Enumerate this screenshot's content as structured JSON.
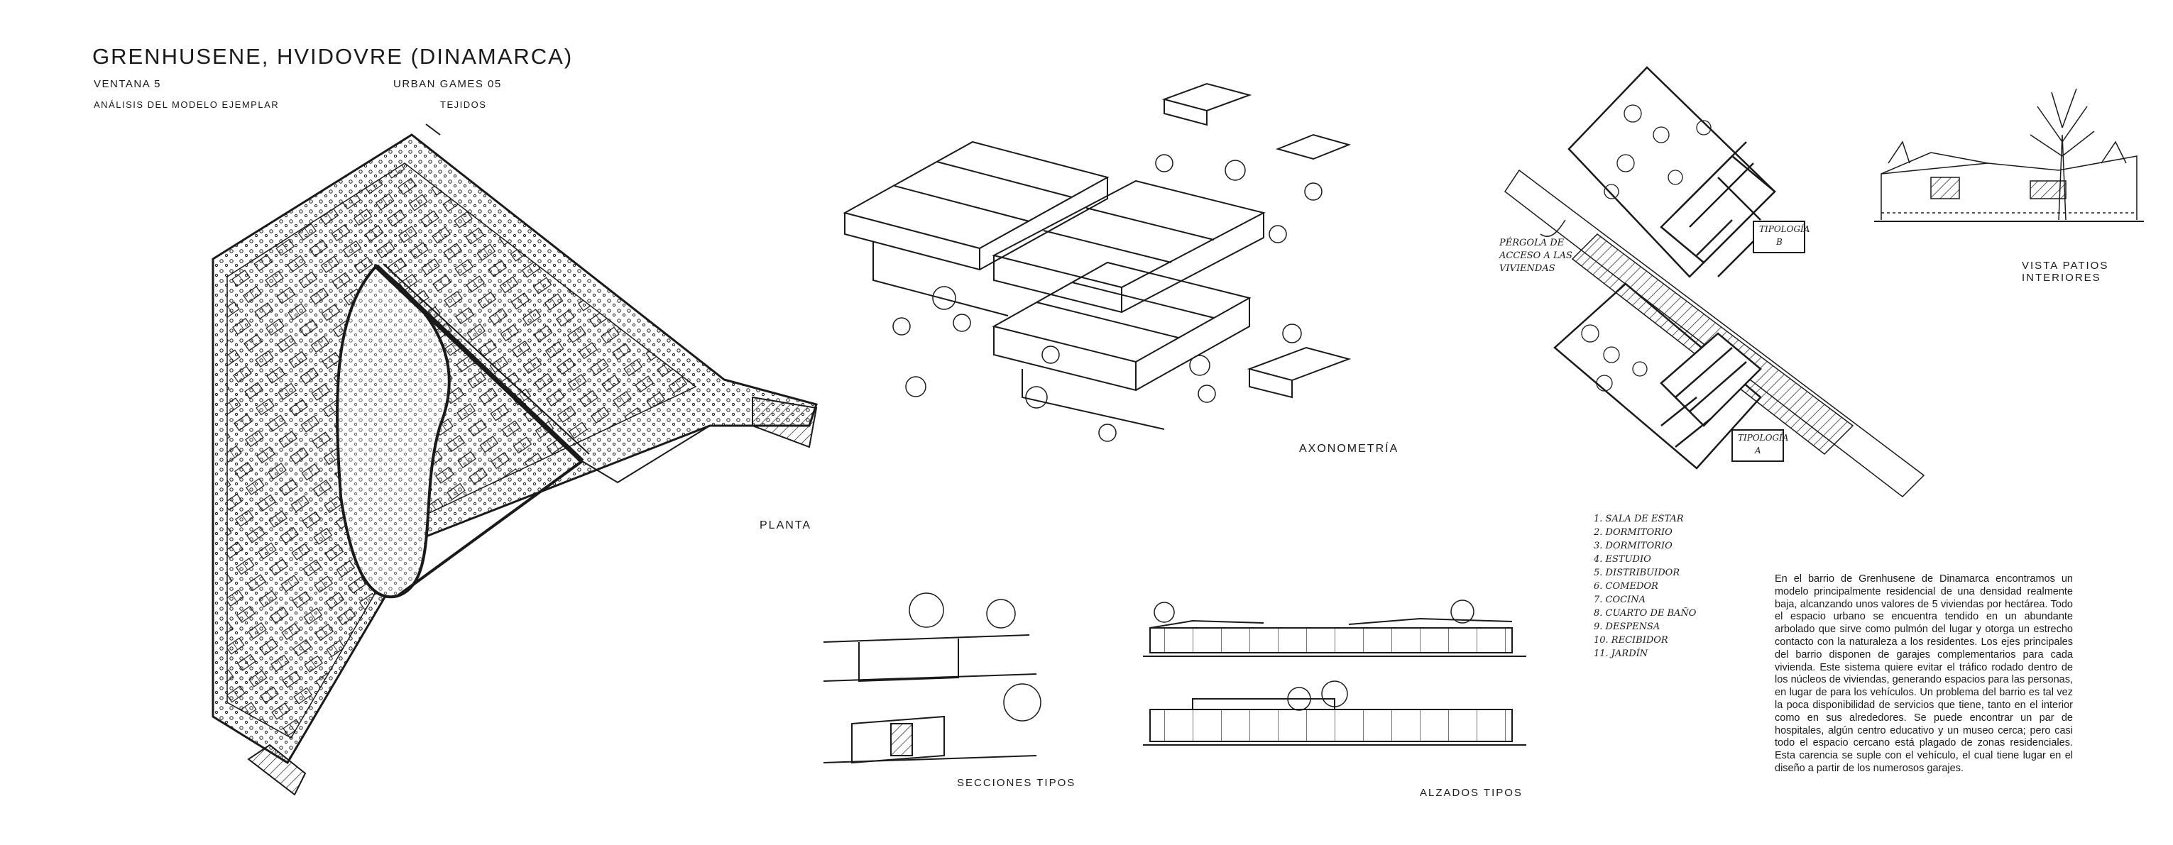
{
  "header": {
    "title": "GRENHUSENE, HVIDOVRE (DINAMARCA)",
    "subtitle_left": "VENTANA 5",
    "subtitle_right": "URBAN GAMES 05",
    "caption_left": "ANÁLISIS DEL MODELO EJEMPLAR",
    "caption_right": "TEJIDOS"
  },
  "labels": {
    "planta": "PLANTA",
    "axonometria": "AXONOMETRÍA",
    "secciones": "SECCIONES TIPOS",
    "alzados": "ALZADOS TIPOS",
    "vista": "VISTA PATIOS INTERIORES",
    "pergola_1": "PÉRGOLA DE",
    "pergola_2": "ACCESO A LAS",
    "pergola_3": "VIVIENDAS",
    "tipologia_b_1": "TIPOLOGÍA",
    "tipologia_b_2": "B",
    "tipologia_a_1": "TIPOLOGÍA",
    "tipologia_a_2": "A"
  },
  "legend": [
    "1.   SALA DE ESTAR",
    "2.   DORMITORIO",
    "3.   DORMITORIO",
    "4.   ESTUDIO",
    "5.   DISTRIBUIDOR",
    "6.   COMEDOR",
    "7.   COCINA",
    "8.   CUARTO DE BAÑO",
    "9.   DESPENSA",
    "10.  RECIBIDOR",
    "11.  JARDÍN"
  ],
  "description": "En el barrio de Grenhusene de Dinamarca encontramos un modelo principalmente residencial de una densidad realmente baja, alcanzando unos valores de 5 viviendas por hectárea. Todo el espacio urbano se encuentra tendido en un abundante arbolado que sirve como pulmón del lugar y otorga un estrecho contacto con la naturaleza a los residentes. Los ejes principales del barrio disponen de garajes complementarios para cada vivienda. Este sistema quiere evitar el tráfico rodado dentro de los núcleos de viviendas, generando espacios para las personas, en lugar de para los vehículos. Un problema del barrio es tal vez la poca disponibilidad de servicios que tiene, tanto en el interior como en sus alrededores. Se puede encontrar un par de hospitales, algún centro educativo y un museo cerca; pero casi todo el espacio cercano está plagado de zonas residenciales. Esta carencia se suple con el vehículo, el cual tiene lugar en el diseño a partir de los numerosos garajes.",
  "colors": {
    "ink": "#1a1a1a",
    "paper": "#ffffff"
  }
}
